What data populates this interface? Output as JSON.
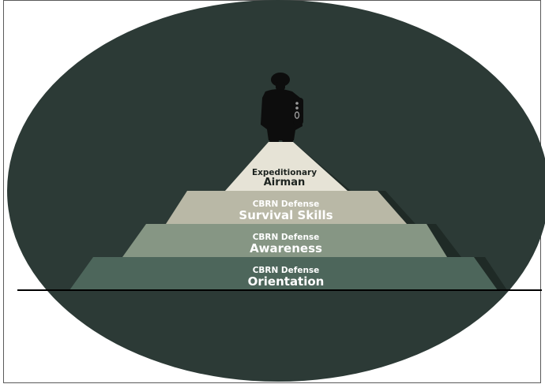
{
  "diagram": {
    "type": "pyramid",
    "colors": {
      "background": "#ffffff",
      "ellipse": "#2c3a36",
      "tier_top": "#e6e3d6",
      "tier_2": "#b9b8a6",
      "tier_3": "#869684",
      "tier_4": "#4d665b",
      "tier_shadow": "#1f2a26",
      "text_light": "#ffffff",
      "text_dark": "#1d2420",
      "horizon": "#000000",
      "soldier": "#0d0d0d"
    },
    "figure_icon": "soldier-silhouette-icon",
    "tiers": [
      {
        "line1": "Expeditionary",
        "line2": "Airman"
      },
      {
        "line1": "CBRN Defense",
        "line2": "Survival Skills"
      },
      {
        "line1": "CBRN Defense",
        "line2": "Awareness"
      },
      {
        "line1": "CBRN Defense",
        "line2": "Orientation"
      }
    ]
  }
}
